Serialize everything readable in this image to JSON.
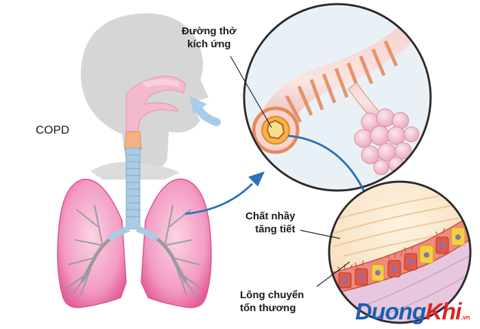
{
  "diagram": {
    "copd_label": "COPD",
    "airway_label_line1": "Đường thở",
    "airway_label_line2": "kích ứng",
    "mucus_label_line1": "Chất nhầy",
    "mucus_label_line2": "tăng tiết",
    "cilia_label_line1": "Lông chuyển",
    "cilia_label_line2": "tổn thương"
  },
  "logo": {
    "part1": "Duong",
    "part2": "Khi",
    "suffix": ".vn"
  },
  "colors": {
    "head_gray": "#d6d6d6",
    "lung_pink": "#f07fb0",
    "airway_blue": "#a9cbe6",
    "arrow_blue": "#2a73b8",
    "tissue_orange": "#e88a5a",
    "logo_blue": "#1c5fb3",
    "logo_red": "#e02424"
  }
}
